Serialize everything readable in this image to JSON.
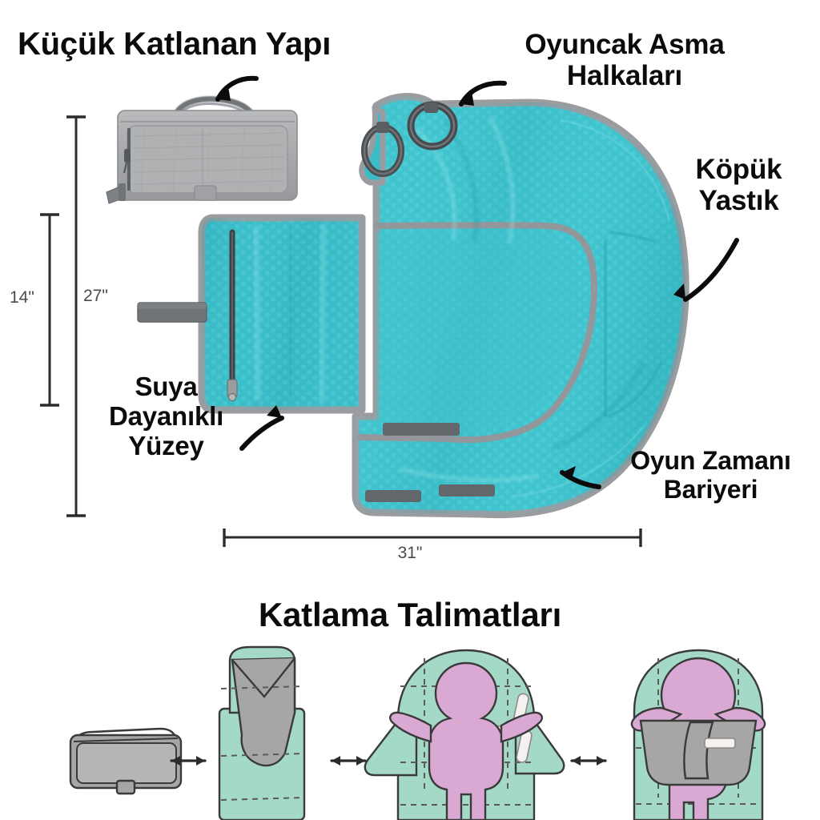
{
  "page": {
    "background": "#ffffff",
    "language": "tr"
  },
  "headings": {
    "main_title": "Küçük Katlanan Yapı",
    "fold_title": "Katlama Talimatları"
  },
  "callouts": [
    {
      "id": "toy-rings",
      "text": "Oyuncak Asma\nHalkaları",
      "arrow": "curved-arrow-down-left"
    },
    {
      "id": "foam-pad",
      "text": "Köpük\nYastık",
      "arrow": "curved-arrow-down-left"
    },
    {
      "id": "water-proof",
      "text": "Suya\nDayanıklı\nYüzey",
      "arrow": "curved-arrow-up-right"
    },
    {
      "id": "play-barrier",
      "text": "Oyun Zamanı\nBariyeri",
      "arrow": "curved-arrow-up-left"
    },
    {
      "id": "compact-fold",
      "text": "Küçük Katlanan Yapı",
      "arrow": "curved-arrow-down-left"
    }
  ],
  "dimensions": {
    "height_inner": "14\"",
    "height_outer": "27\"",
    "width_total": "31\""
  },
  "colors": {
    "teal_fabric": "#3fc3cd",
    "teal_fabric_dark": "#2aa9b6",
    "teal_fabric_light": "#63d4dc",
    "gray_binding": "#9a9ca0",
    "gray_pouch": "#a9aaac",
    "gray_pouch_dark": "#7d7f82",
    "strap_gray": "#6f7478",
    "mint_diagram": "#a5d9c7",
    "gray_diagram": "#a6a6a6",
    "pink_baby": "#d9a9d4",
    "ink": "#0b0b0b",
    "dim_line": "#2b2b2b",
    "dim_text": "#4a4a4a"
  },
  "fold_steps": [
    {
      "index": 1,
      "name": "closed-pouch",
      "description": "Katlanmış çanta"
    },
    {
      "index": 2,
      "name": "partially-folded",
      "description": "Yarı katlanmış örtü"
    },
    {
      "index": 3,
      "name": "open-mat-with-baby",
      "description": "Açık örtü ve bebek"
    },
    {
      "index": 4,
      "name": "wrapped-baby",
      "description": "Bebek sarılmış"
    }
  ],
  "fold_arrows": [
    {
      "index": 1,
      "glyph": "↔"
    },
    {
      "index": 2,
      "glyph": "↔"
    },
    {
      "index": 3,
      "glyph": "↔"
    }
  ],
  "product_parts": [
    {
      "name": "carry-handle",
      "color": "#6f7478"
    },
    {
      "name": "pouch-zipper",
      "color": "#5e6367"
    },
    {
      "name": "pouch-strap",
      "color": "#6f7478"
    },
    {
      "name": "toy-ring-left",
      "color": "#4b4f52"
    },
    {
      "name": "toy-ring-right",
      "color": "#4b4f52"
    },
    {
      "name": "flap-zipper",
      "color": "#3c4043"
    },
    {
      "name": "side-strap",
      "color": "#6f7478"
    },
    {
      "name": "velcro-strip-top",
      "color": "#62676b"
    },
    {
      "name": "velcro-strip-left",
      "color": "#62676b"
    },
    {
      "name": "velcro-strip-right",
      "color": "#62676b"
    }
  ]
}
